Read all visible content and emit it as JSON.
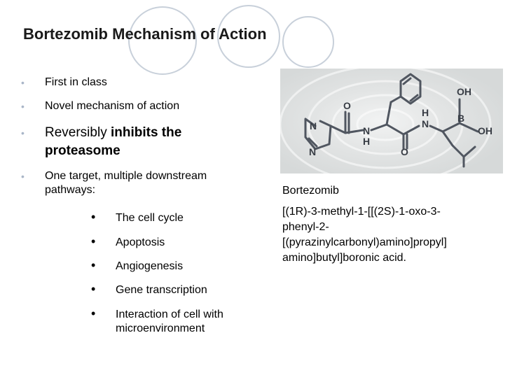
{
  "title": "Bortezomib Mechanism of Action",
  "bullets": [
    {
      "text": "First in class"
    },
    {
      "text": "Novel mechanism of action"
    },
    {
      "prefix": "Reversibly ",
      "bold_line1": "inhibits the",
      "bold_line2": "proteasome"
    },
    {
      "line1": "One target, multiple downstream",
      "line2": "pathways:"
    }
  ],
  "sub_bullets": [
    {
      "line1": "The cell cycle"
    },
    {
      "line1": "Apoptosis"
    },
    {
      "line1": "Angiogenesis"
    },
    {
      "line1": "Gene transcription"
    },
    {
      "line1": "Interaction of cell with",
      "line2": "microenvironment"
    }
  ],
  "structure": {
    "atoms": {
      "n1": "N",
      "n2": "N",
      "o_top": "O",
      "n3": "N",
      "h3": "H",
      "h4": "H",
      "n4": "N",
      "o_bottom": "O",
      "oh1": "OH",
      "b": "B",
      "oh2": "OH"
    }
  },
  "caption": {
    "name": "Bortezomib",
    "iupac_lines": [
      "[(1R)-3-methyl-1-[[(2S)-1-oxo-3-",
      "phenyl-2-",
      "[(pyrazinylcarbonyl)amino]propyl]",
      "amino]butyl]boronic acid."
    ]
  },
  "colors": {
    "bullet": "#a9b6c8",
    "decoration": "#c8d0da",
    "structure_bg": "#e6e8e8"
  }
}
